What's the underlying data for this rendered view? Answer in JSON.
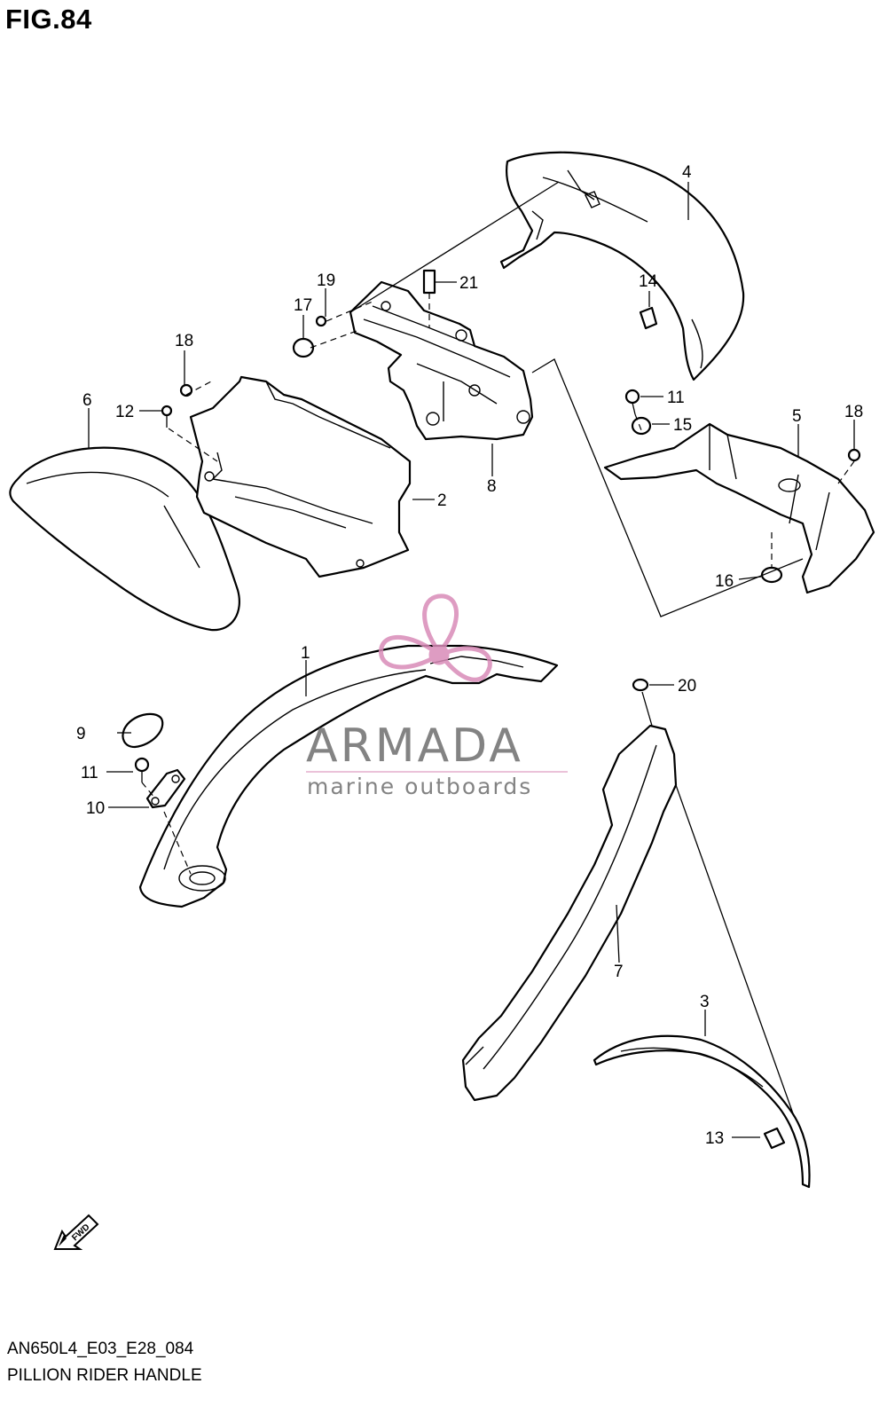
{
  "figure": {
    "title": "FIG.84"
  },
  "callouts": [
    "1",
    "2",
    "3",
    "4",
    "5",
    "6",
    "7",
    "8",
    "9",
    "10",
    "11",
    "11",
    "12",
    "13",
    "14",
    "15",
    "16",
    "17",
    "18",
    "18",
    "19",
    "20",
    "21"
  ],
  "watermark": {
    "brand": "ARMADA",
    "tagline": "marine outboards",
    "accent_color": "#d98bb8",
    "text_color": "#6e6e6e"
  },
  "direction_arrow": {
    "label": "FWD"
  },
  "footer": {
    "code": "AN650L4_E03_E28_084",
    "name": "PILLION RIDER HANDLE"
  }
}
